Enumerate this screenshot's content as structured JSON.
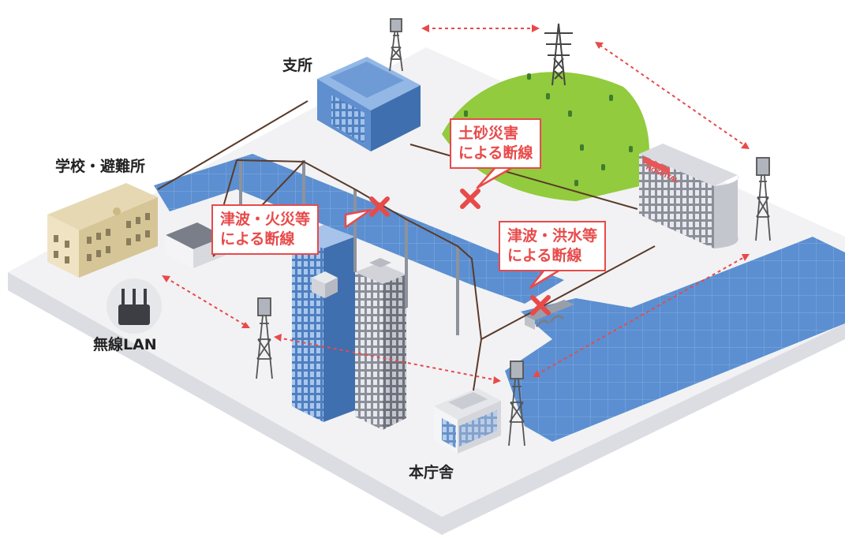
{
  "labels": {
    "branch_office": "支所",
    "school_shelter": "学校・避難所",
    "wireless_lan": "無線LAN",
    "main_office": "本庁舎",
    "hospital_sign": "HOSPITAL"
  },
  "callouts": {
    "landslide": {
      "line1": "土砂災害",
      "line2": "による断線"
    },
    "tsunami_fire": {
      "line1": "津波・火災等",
      "line2": "による断線"
    },
    "tsunami_flood": {
      "line1": "津波・洪水等",
      "line2": "による断線"
    }
  },
  "colors": {
    "water": "#5b8fd1",
    "hill": "#92cb3d",
    "accent_red": "#e84a4a",
    "building_blue": "#5f8fce",
    "ground": "#f2f2f4"
  }
}
